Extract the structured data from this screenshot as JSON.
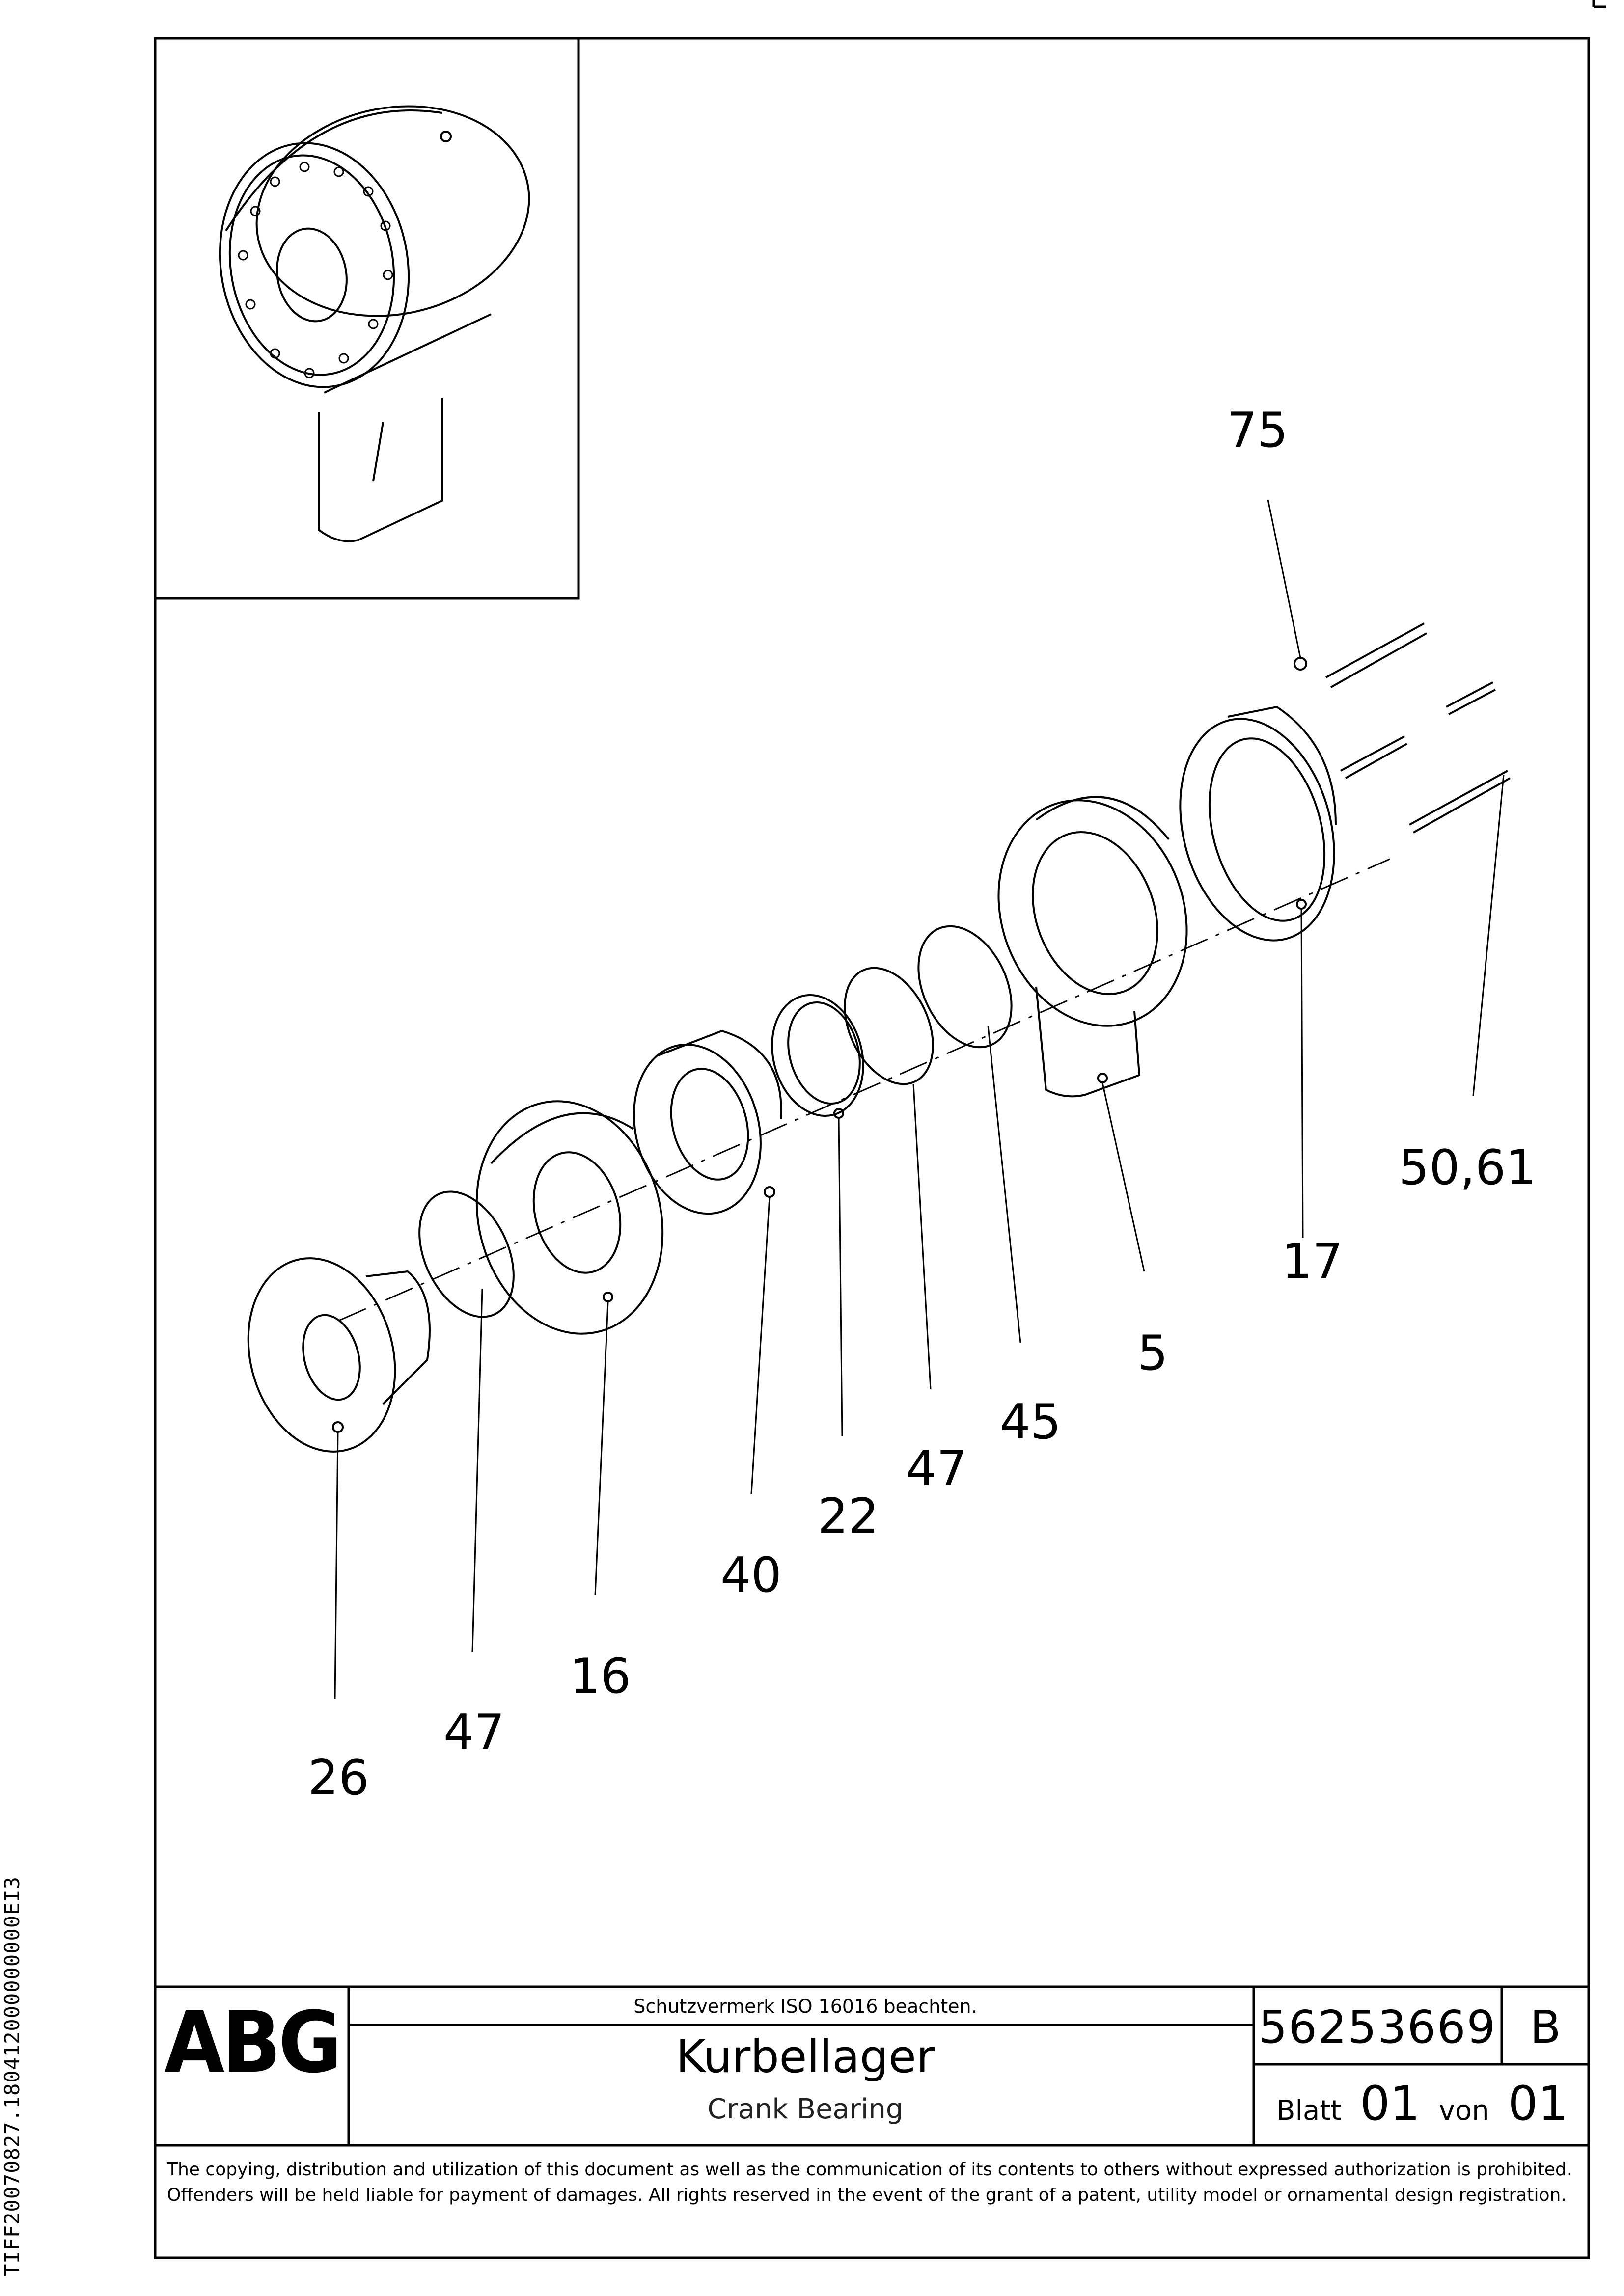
{
  "side_code": "TIFF20070827.180412000000000EI3",
  "callouts": [
    "75",
    "50,61",
    "17",
    "5",
    "45",
    "47",
    "22",
    "40",
    "16",
    "47",
    "26"
  ],
  "title_block": {
    "logo": "ABG",
    "protection_notice": "Schutzvermerk ISO 16016 beachten.",
    "title_de": "Kurbellager",
    "title_en": "Crank Bearing",
    "document_number": "56253669",
    "revision": "B",
    "sheet_label": "Blatt",
    "sheet_number": "01",
    "of_label": "von",
    "sheet_total": "01"
  },
  "copyright_notice": "The copying, distribution and utilization of this document as well as the communication of its contents to others without expressed authorization is prohibited. Offenders will be held liable for payment of damages. All rights reserved in the event of the grant of a patent, utility model or ornamental design registration."
}
